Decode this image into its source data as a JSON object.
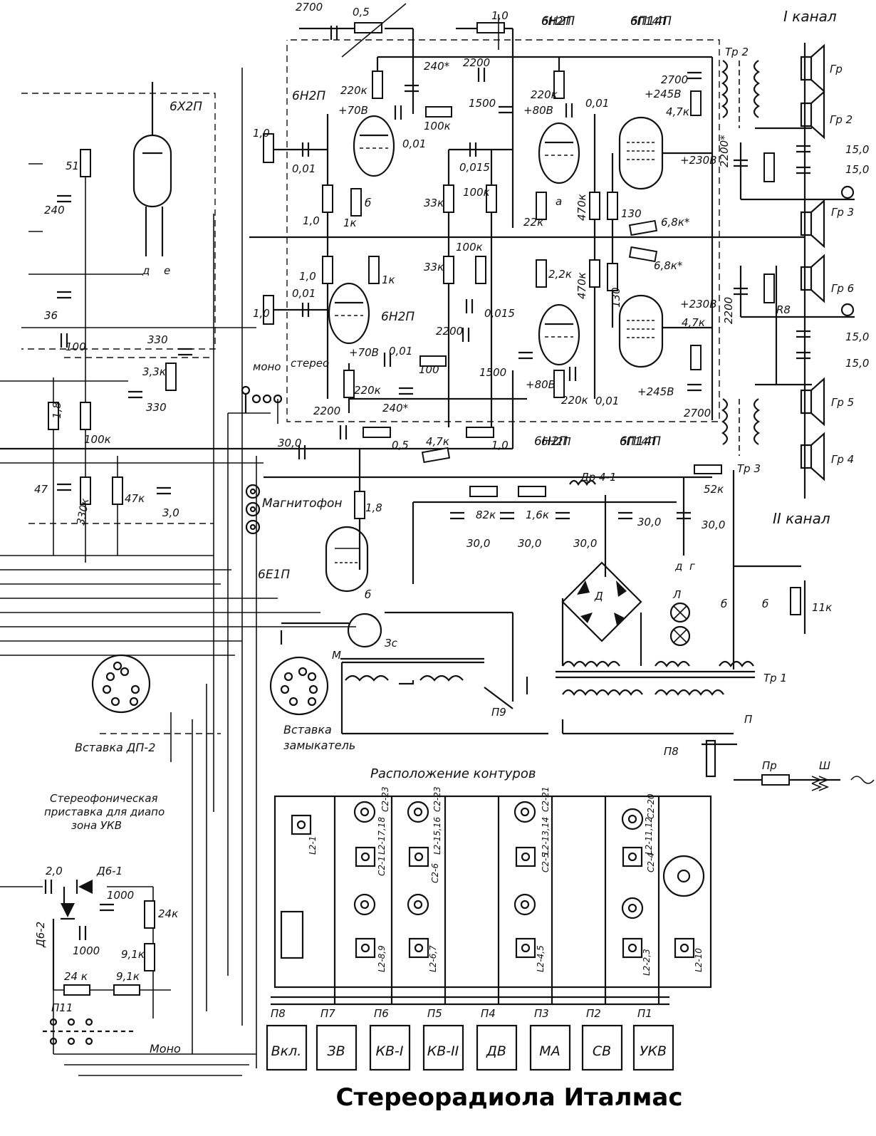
{
  "title": "Стереорадиола Италмас",
  "headings": {
    "channel_1": "I канал",
    "channel_2": "II канал",
    "coil_layout": "Расположение контуров",
    "stereo_attachment_1": "Стереофоническая",
    "stereo_attachment_2": "приставка для диапо",
    "stereo_attachment_3": "зона УКВ",
    "insert_dp2": "Вставка ДП-2",
    "insert_shorting_1": "Вставка",
    "insert_shorting_2": "замыкатель",
    "tape_recorder": "Магнитофон",
    "mono_top": "моно",
    "stereo_top": "стерео",
    "mono_bottom": "Моно"
  },
  "tubes": [
    "6Х2П",
    "6Н2П",
    "6Н2П",
    "6Н2П",
    "6П14П",
    "6Н2П",
    "6П14П",
    "6Е1П"
  ],
  "components": [
    "2700",
    "0,5",
    "1,0",
    "6Н2П",
    "6П14П",
    "Тр 2",
    "220к",
    "+70В",
    "240*",
    "2200",
    "1500",
    "100к",
    "0,01",
    "220к",
    "+80В",
    "0,01",
    "2700",
    "+245В",
    "4,7к",
    "2200*",
    "+230В",
    "0,015",
    "100к",
    "33к",
    "1к",
    "22к",
    "470к",
    "130",
    "6,8к*",
    "1,0",
    "0,01",
    "1,0",
    "51",
    "240",
    "36",
    "100",
    "33к",
    "100к",
    "0,015",
    "2,2к",
    "470к",
    "130",
    "6,8к*",
    "R8",
    "1,0",
    "0,01",
    "1,0",
    "1к",
    "2200",
    "+70В",
    "0,01",
    "100",
    "220к",
    "240*",
    "1500",
    "+80В",
    "220к",
    "0,01",
    "+230В",
    "4,7к",
    "2200",
    "+245В",
    "2700",
    "330",
    "3,3к",
    "330",
    "1,8",
    "100к",
    "47",
    "330к",
    "47к",
    "3,0",
    "2200",
    "0,5",
    "1,0",
    "6Н2П",
    "6П14П",
    "Тр 3",
    "30,0",
    "4,7к",
    "1,8",
    "52к",
    "Др 4-1",
    "82к",
    "1,6к",
    "30,0",
    "30,0",
    "30,0",
    "30,0",
    "30,0",
    "15,0",
    "15,0",
    "15,0",
    "15,0",
    "Гр",
    "Гр 2",
    "Гр 3",
    "Гр 6",
    "Гр 5",
    "Гр 4",
    "Д",
    "Л",
    "11к",
    "Зс",
    "М",
    "П9",
    "Тр 1",
    "П",
    "П8",
    "Пр",
    "Ш",
    "2,0",
    "Д6-1",
    "1000",
    "Д6-2",
    "1000",
    "24к",
    "9,1к",
    "24 к",
    "9,1к",
    "П11",
    "д",
    "е",
    "б",
    "а",
    "д",
    "г",
    "б",
    "б",
    "б"
  ],
  "buttons": [
    {
      "switch": "П8",
      "label": "Вкл."
    },
    {
      "switch": "П7",
      "label": "ЗВ"
    },
    {
      "switch": "П6",
      "label": "КВ-I"
    },
    {
      "switch": "П5",
      "label": "КВ-II"
    },
    {
      "switch": "П4",
      "label": "ДВ"
    },
    {
      "switch": "П3",
      "label": "МА"
    },
    {
      "switch": "П2",
      "label": "СВ"
    },
    {
      "switch": "П1",
      "label": "УКВ"
    }
  ],
  "coils": [
    "L2-1",
    "С2-23",
    "С2-1",
    "L2-17,18",
    "С2-6",
    "С2-23",
    "L2-15,16",
    "L2-6,7",
    "L2-8,9",
    "С2-21",
    "С2-5",
    "L2-13,14",
    "L2-4,5",
    "С2-20",
    "С2-4",
    "L2-11,12",
    "L2-2,3",
    "L2-10"
  ]
}
